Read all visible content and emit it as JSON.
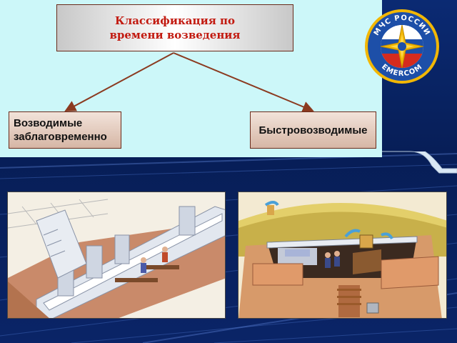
{
  "diagram": {
    "root": "Классификация по времени возведения",
    "children": [
      "Возводимые заблаговременно",
      "Быстровозводимые"
    ]
  },
  "logo": {
    "top_text": "МЧС РОССИИ",
    "bottom_text": "EMERCOM",
    "icon": "emercom-star-emblem"
  },
  "images": [
    {
      "icon": "pre-built-shelter-illustration"
    },
    {
      "icon": "quick-built-shelter-illustration"
    }
  ],
  "colors": {
    "top_background": "#ccf7f9",
    "dark_background": "#0b2a73",
    "root_text": "#c21a10",
    "arrow": "#8b3a20"
  }
}
